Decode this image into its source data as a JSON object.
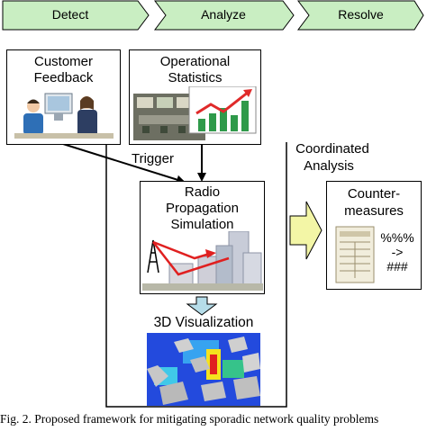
{
  "phases": [
    "Detect",
    "Analyze",
    "Resolve"
  ],
  "boxes": {
    "customer_feedback": [
      "Customer",
      "Feedback"
    ],
    "operational_statistics": [
      "Operational",
      "Statistics"
    ],
    "radio_propagation": [
      "Radio",
      "Propagation",
      "Simulation"
    ],
    "countermeasures": [
      "Counter-",
      "measures"
    ]
  },
  "labels": {
    "trigger": "Trigger",
    "coordinated_analysis": [
      "Coordinated",
      "Analysis"
    ],
    "visualization": "3D Visualization",
    "symbols": [
      "%%%",
      "->",
      "###"
    ]
  },
  "caption": "Fig. 2.  Proposed framework for mitigating sporadic network quality problems"
}
